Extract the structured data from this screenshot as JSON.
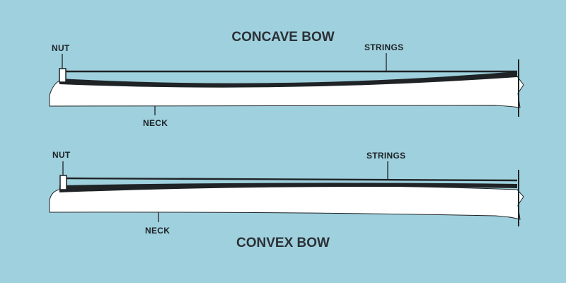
{
  "colors": {
    "background": "#9fd0dd",
    "neck_fill": "#ffffff",
    "fretboard": "#1f2326",
    "strings": "#1f2326",
    "nut_fill": "#ffffff",
    "text": "#2b3136"
  },
  "concave": {
    "title": "CONCAVE BOW",
    "nut_label": "NUT",
    "strings_label": "STRINGS",
    "neck_label": "NECK"
  },
  "convex": {
    "title": "CONVEX BOW",
    "nut_label": "NUT",
    "strings_label": "STRINGS",
    "neck_label": "NECK"
  }
}
